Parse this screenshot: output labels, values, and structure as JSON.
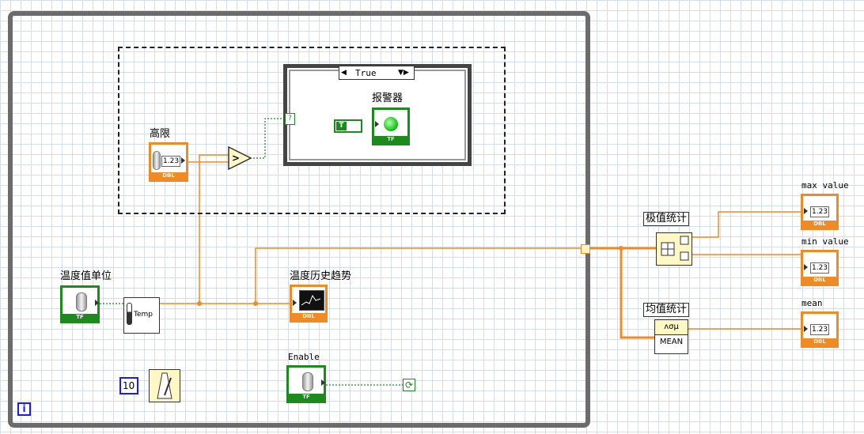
{
  "labels": {
    "high_limit": "高限",
    "alarm": "报警器",
    "temp_unit": "温度值单位",
    "trend": "温度历史趋势",
    "enable": "Enable",
    "extremes": "极值统计",
    "average": "均值统计",
    "max": "max value",
    "min": "min value",
    "mean": "mean"
  },
  "case_selector": "True",
  "numeric_display": "1.23",
  "dbl_tag": "DBL",
  "tf_tag": "TF",
  "bool_const": "T",
  "temp_vi": "Temp",
  "wait_ms": "10",
  "mean_vi": "MEAN",
  "mean_icon": "ʌσμ",
  "loop_index": "i",
  "case_terminal": "?",
  "colors": {
    "double_wire": "#f08a24",
    "boolean_wire": "#1d8a1d",
    "loop_border": "#6b6b6b",
    "int_constant": "#1a1aff"
  }
}
